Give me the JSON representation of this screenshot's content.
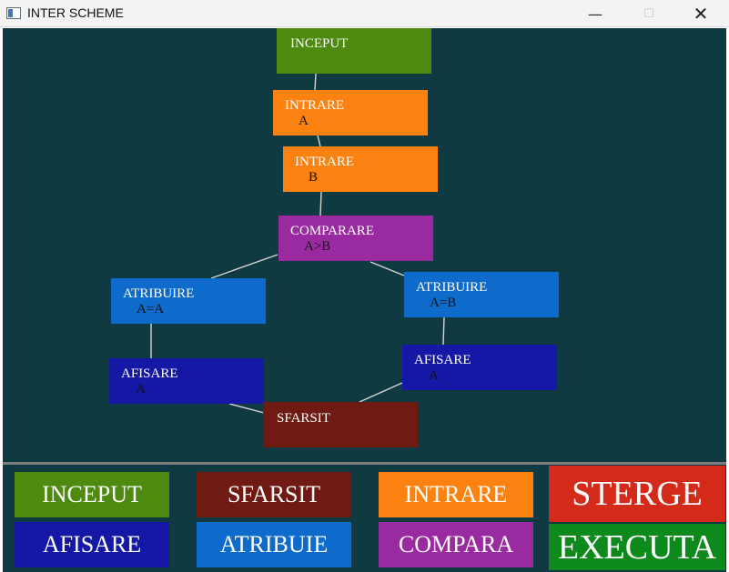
{
  "window": {
    "title": "INTER SCHEME",
    "minimize": "—",
    "maximize": "☐",
    "close": "✕"
  },
  "colors": {
    "canvas": "#0f3a41",
    "inceput": "#4f8a10",
    "intrare": "#fb8211",
    "comparare": "#9a2aa0",
    "atribuire": "#0e6bcb",
    "afisare": "#1418a4",
    "sfarsit": "#6f1a12",
    "sterge": "#d42a1a",
    "executa": "#0e8a1c"
  },
  "scheme": {
    "nodes": [
      {
        "id": "inceput",
        "label": "INCEPUT",
        "value": ""
      },
      {
        "id": "intrare-a",
        "label": "INTRARE",
        "value": "A"
      },
      {
        "id": "intrare-b",
        "label": "INTRARE",
        "value": "B"
      },
      {
        "id": "comparare",
        "label": "COMPARARE",
        "value": "A>B"
      },
      {
        "id": "atribuire-left",
        "label": "ATRIBUIRE",
        "value": "A=A"
      },
      {
        "id": "atribuire-right",
        "label": "ATRIBUIRE",
        "value": "A=B"
      },
      {
        "id": "afisare-left",
        "label": "AFISARE",
        "value": "A"
      },
      {
        "id": "afisare-right",
        "label": "AFISARE",
        "value": "A"
      },
      {
        "id": "sfarsit",
        "label": "SFARSIT",
        "value": ""
      }
    ]
  },
  "palette": {
    "inceput": "INCEPUT",
    "sfarsit": "SFARSIT",
    "intrare": "INTRARE",
    "afisare": "AFISARE",
    "atribuie": "ATRIBUIE",
    "compara": "COMPARA",
    "sterge": "STERGE",
    "executa": "EXECUTA"
  }
}
